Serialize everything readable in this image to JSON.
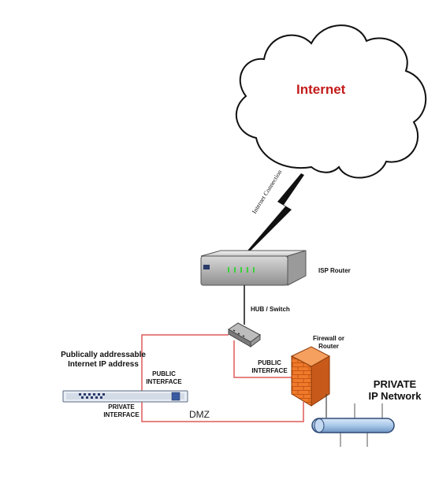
{
  "labels": {
    "internet": "Internet",
    "internet_connection": "Internet Connection",
    "isp_router": "ISP Router",
    "hub_switch": "HUB  / Switch",
    "firewall_line1": "Firewall or",
    "firewall_line2": "Router",
    "public_interface_fw_line1": "PUBLIC",
    "public_interface_fw_line2": "INTERFACE",
    "public_interface_server_line1": "PUBLIC",
    "public_interface_server_line2": "INTERFACE",
    "private_interface_line1": "PRIVATE",
    "private_interface_line2": "INTERFACE",
    "publically_line1": "Publically addressable",
    "publically_line2": "Internet IP address",
    "dmz": "DMZ",
    "private_net_line1": "PRIVATE",
    "private_net_line2": "IP Network"
  },
  "colors": {
    "internet_text": "#c41a1a",
    "link_red": "#e05a5a",
    "firewall_orange": "#f07a2a",
    "pipe_blue": "#a9c8ea",
    "router_led": "#3bd13b"
  },
  "icons": {
    "cloud": "cloud-icon",
    "lightning": "lightning-bolt-icon",
    "isp_router": "router-icon",
    "hub": "switch-icon",
    "firewall": "firewall-brick-icon",
    "server": "rack-server-icon",
    "network_pipe": "network-bus-icon"
  }
}
